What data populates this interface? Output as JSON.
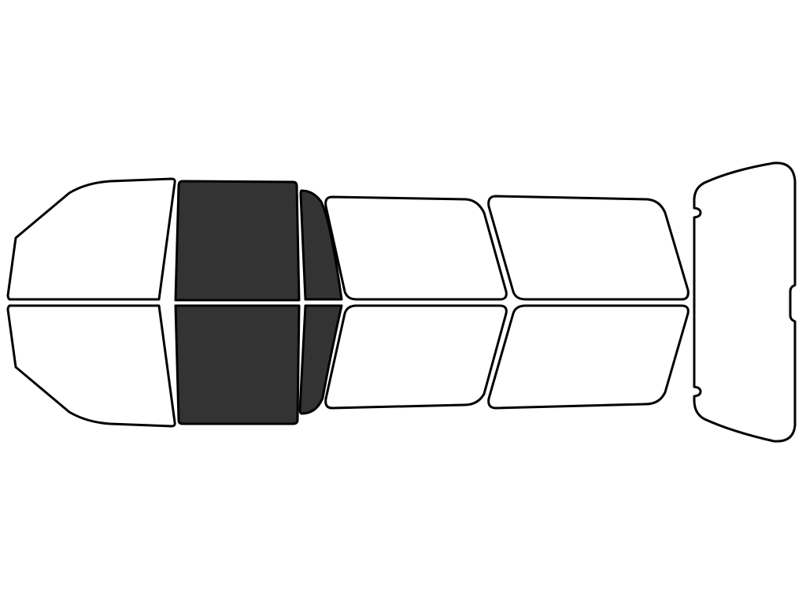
{
  "colors": {
    "background": "#ffffff",
    "outline": "#000000",
    "unselected_fill": "#ffffff",
    "selected_fill": "#333333"
  },
  "windows": [
    {
      "id": "windshield-upper",
      "selected": false
    },
    {
      "id": "windshield-lower",
      "selected": false
    },
    {
      "id": "front-door-upper",
      "selected": true
    },
    {
      "id": "front-door-lower",
      "selected": true
    },
    {
      "id": "vent-upper",
      "selected": true
    },
    {
      "id": "vent-lower",
      "selected": true
    },
    {
      "id": "rear-door-upper",
      "selected": false
    },
    {
      "id": "rear-door-lower",
      "selected": false
    },
    {
      "id": "quarter-upper",
      "selected": false
    },
    {
      "id": "quarter-lower",
      "selected": false
    },
    {
      "id": "back-glass",
      "selected": false
    }
  ]
}
